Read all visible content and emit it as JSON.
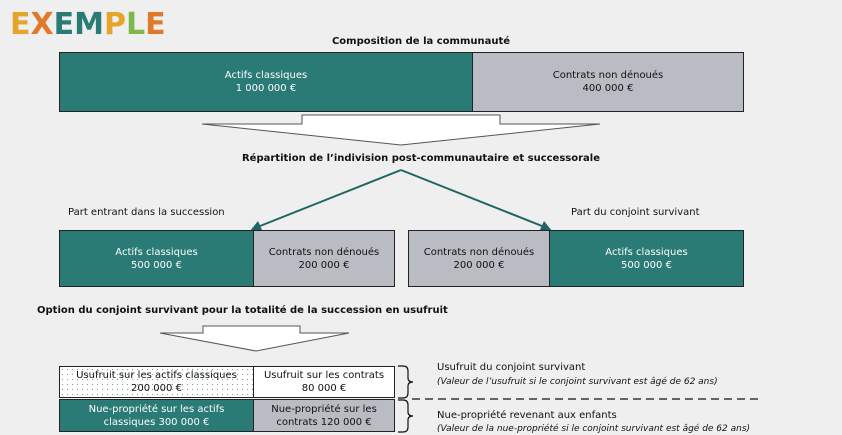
{
  "logo": {
    "letters": [
      "E",
      "X",
      "E",
      "M",
      "P",
      "L",
      "E"
    ],
    "colors": [
      "#e5a52b",
      "#e07a2a",
      "#2a7a76",
      "#2a7a76",
      "#e5a52b",
      "#7fb84a",
      "#e07a2a"
    ]
  },
  "title_composition": "Composition de la communauté",
  "composition": {
    "left_label": "Actifs classiques",
    "left_value": "1 000 000 €",
    "right_label": "Contrats non dénoués",
    "right_value": "400 000 €"
  },
  "title_repartition": "Répartition de l’indivision post-communautaire et successorale",
  "succession": {
    "heading": "Part entrant dans la succession",
    "left_label": "Actifs classiques",
    "left_value": "500 000 €",
    "right_label": "Contrats non dénoués",
    "right_value": "200 000 €"
  },
  "conjoint": {
    "heading": "Part du conjoint survivant",
    "left_label": "Contrats non dénoués",
    "left_value": "200 000 €",
    "right_label": "Actifs classiques",
    "right_value": "500 000 €"
  },
  "title_option": "Option du conjoint survivant pour la totalité de la succession en usufruit",
  "usufruit": {
    "cell1_line1": "Usufruit sur les actifs classiques",
    "cell1_line2": "200 000 €",
    "cell2_line1": "Usufruit sur les contrats",
    "cell2_line2": "80 000 €",
    "label": "Usufruit du conjoint survivant",
    "note": "(Valeur de l’usufruit si le conjoint survivant est âgé de 62 ans)"
  },
  "nue": {
    "cell1_line1": "Nue-propriété sur les actifs",
    "cell1_line2": "classiques 300 000 €",
    "cell2_line1": "Nue-propriété sur les",
    "cell2_line2": "contrats 120 000 €",
    "label": "Nue-propriété revenant aux enfants",
    "note": "(Valeur de la nue-propriété si le conjoint survivant est âgé de 62 ans)"
  },
  "colors": {
    "teal": "#2a7a76",
    "grey": "#b9bcc3",
    "background": "#efefef"
  }
}
